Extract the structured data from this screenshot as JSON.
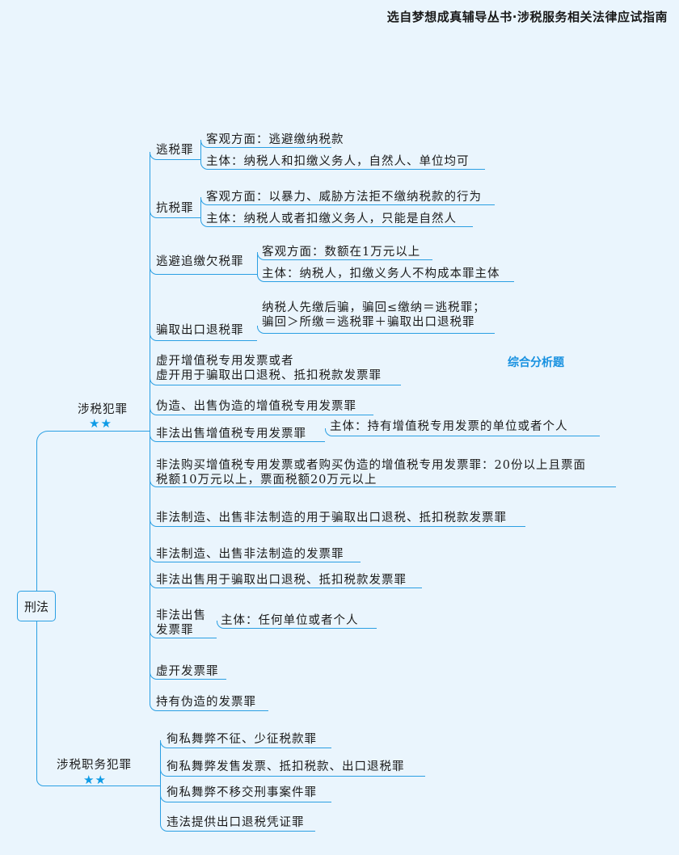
{
  "header": {
    "title": "选自梦想成真辅导丛书·涉税服务相关法律应试指南"
  },
  "root": {
    "label": "刑法"
  },
  "annotation": "综合分析题",
  "branches": [
    {
      "label": "涉税犯罪",
      "stars": "★★",
      "items": [
        {
          "label": "逃税罪",
          "children": [
            "客观方面：逃避缴纳税款",
            "主体：纳税人和扣缴义务人，自然人、单位均可"
          ]
        },
        {
          "label": "抗税罪",
          "children": [
            "客观方面：以暴力、威胁方法拒不缴纳税款的行为",
            "主体：纳税人或者扣缴义务人，只能是自然人"
          ]
        },
        {
          "label": "逃避追缴欠税罪",
          "children": [
            "客观方面：数额在1万元以上",
            "主体：纳税人，扣缴义务人不构成本罪主体"
          ]
        },
        {
          "label": "骗取出口退税罪",
          "children": [
            "纳税人先缴后骗，骗回≤缴纳＝逃税罪；\n骗回＞所缴＝逃税罪＋骗取出口退税罪"
          ]
        },
        {
          "label": "虚开增值税专用发票或者\n虚开用于骗取出口退税、抵扣税款发票罪"
        },
        {
          "label": "伪造、出售伪造的增值税专用发票罪"
        },
        {
          "label": "非法出售增值税专用发票罪",
          "children": [
            "主体：持有增值税专用发票的单位或者个人"
          ]
        },
        {
          "label": "非法购买增值税专用发票或者购买伪造的增值税专用发票罪：20份以上且票面\n税额10万元以上，票面税额20万元以上"
        },
        {
          "label": "非法制造、出售非法制造的用于骗取出口退税、抵扣税款发票罪"
        },
        {
          "label": "非法制造、出售非法制造的发票罪"
        },
        {
          "label": "非法出售用于骗取出口退税、抵扣税款发票罪"
        },
        {
          "label": "非法出售\n发票罪",
          "children": [
            "主体：任何单位或者个人"
          ]
        },
        {
          "label": "虚开发票罪"
        },
        {
          "label": "持有伪造的发票罪"
        }
      ]
    },
    {
      "label": "涉税职务犯罪",
      "stars": "★★",
      "items": [
        {
          "label": "徇私舞弊不征、少征税款罪"
        },
        {
          "label": "徇私舞弊发售发票、抵扣税款、出口退税罪"
        },
        {
          "label": "徇私舞弊不移交刑事案件罪"
        },
        {
          "label": "违法提供出口退税凭证罪"
        }
      ]
    }
  ]
}
